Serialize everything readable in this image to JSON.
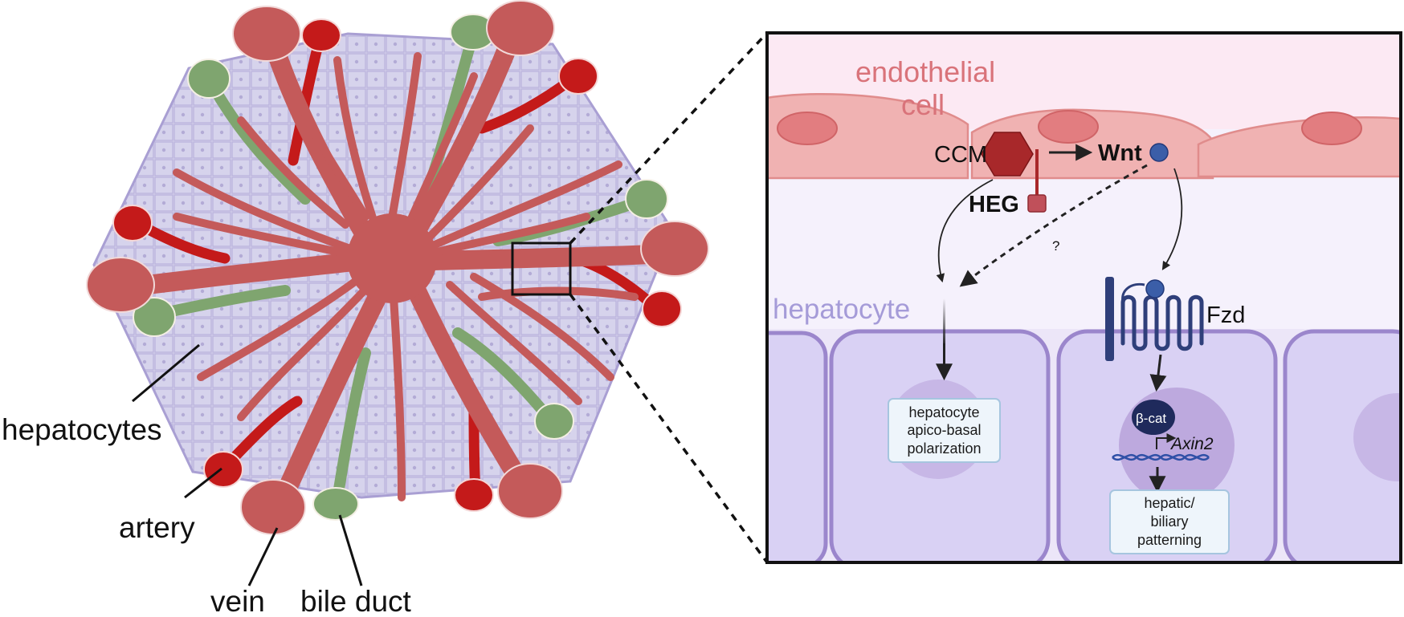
{
  "labels": {
    "hepatocytes": "hepatocytes",
    "artery": "artery",
    "vein": "vein",
    "bile_duct": "bile duct",
    "endothelial_line1": "endothelial",
    "endothelial_line2": "cell",
    "hepatocyte_layer": "hepatocyte",
    "ccm": "CCM",
    "wnt": "Wnt",
    "heg": "HEG",
    "question": "?",
    "fzd": "Fzd",
    "beta_cat": "β-cat",
    "axin2": "Axin2"
  },
  "boxes": {
    "polarization": [
      "hepatocyte",
      "apico-basal",
      "polarization"
    ],
    "patterning": [
      "hepatic/",
      "biliary",
      "patterning"
    ]
  },
  "colors": {
    "vein": "#c45a5a",
    "artery": "#c41a1a",
    "bile_duct": "#7fa56f",
    "hepatocyte_tissue": "#d6d3ec",
    "endothelium": "#f0b2b2",
    "hepatocyte_cell": "#d9d1f4",
    "receptor": "#2f3f7a"
  },
  "icons": {
    "ccm": "hexagon-icon",
    "heg": "square-receptor-icon",
    "wnt": "ligand-sphere-icon",
    "fzd": "seven-pass-receptor-icon",
    "dna": "dna-helix-icon"
  }
}
